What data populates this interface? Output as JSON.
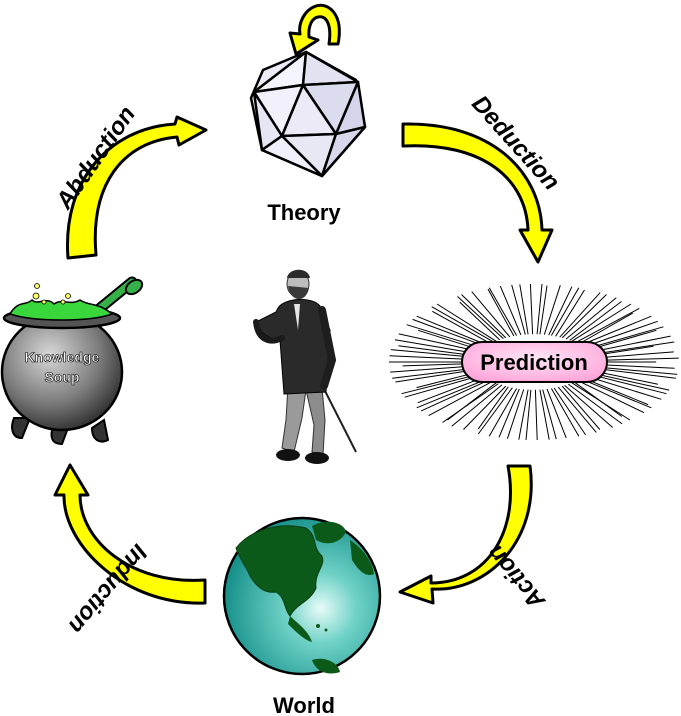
{
  "nodes": {
    "theory": "Theory",
    "prediction": "Prediction",
    "world": "World",
    "soup_line1": "Knowledge",
    "soup_line2": "Soup"
  },
  "edges": {
    "abduction": "Abduction",
    "deduction": "Deduction",
    "action": "Action",
    "induction": "Induction"
  },
  "icons": [
    "icosahedron-icon",
    "starburst-icon",
    "globe-icon",
    "cauldron-icon",
    "portrait-figure"
  ],
  "colors": {
    "arrow": "#ffff00",
    "prediction_fill": "#ffbfe6",
    "globe_ocean": "#1aa7a0",
    "globe_land": "#0b5a1a",
    "cauldron": "#777777"
  }
}
